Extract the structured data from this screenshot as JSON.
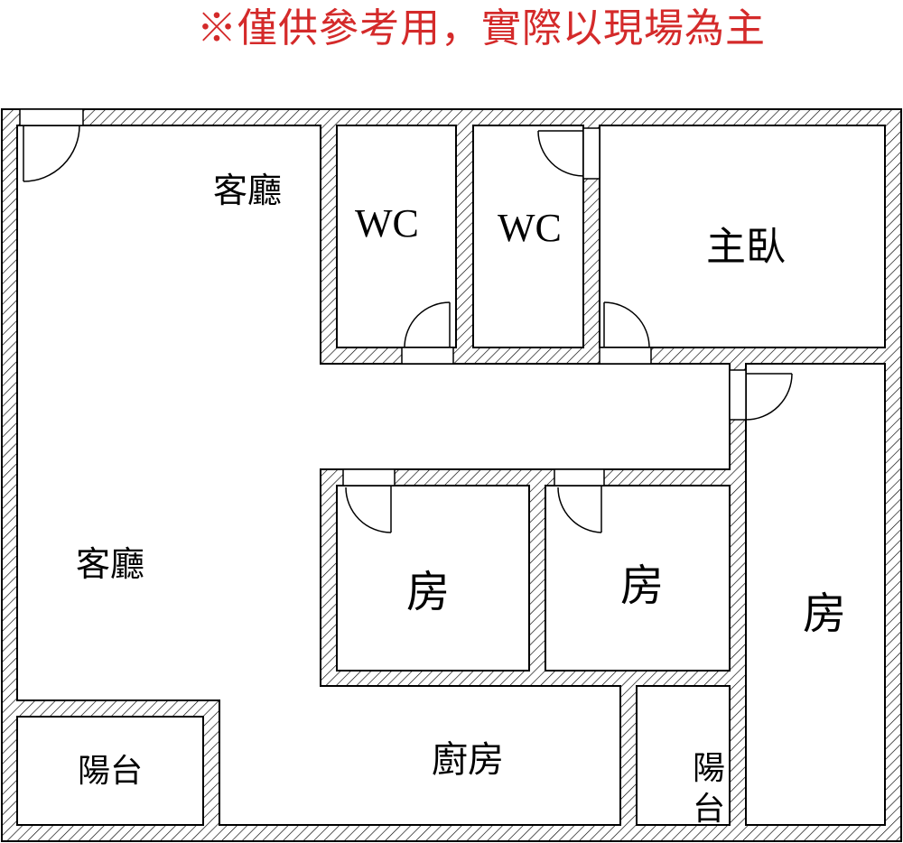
{
  "title": "※僅供參考用，實際以現場為主",
  "colors": {
    "title": "#d42a2a",
    "wall": "#000000"
  },
  "rooms": {
    "living_top": "客廳",
    "living": "客廳",
    "wc1": "WC",
    "wc2": "WC",
    "master": "主臥",
    "room1": "房",
    "room2": "房",
    "room3": "房",
    "balcony_left": "陽台",
    "kitchen": "廚房",
    "balcony_small_1": "陽",
    "balcony_small_2": "台"
  }
}
